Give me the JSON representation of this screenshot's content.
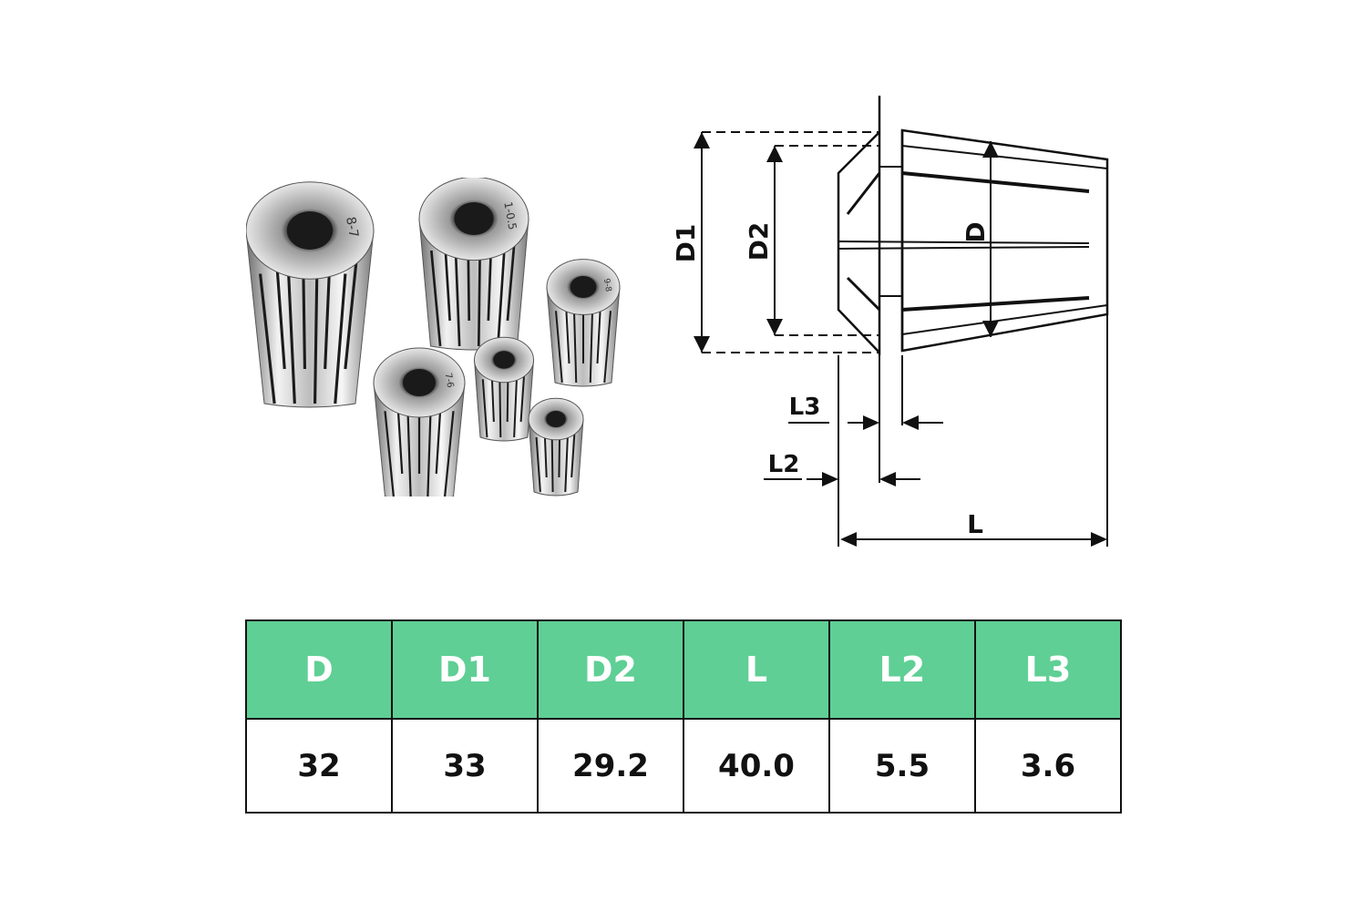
{
  "photo": {
    "alt": "ER collet set photo",
    "markings": [
      "8-7",
      "1-0.5",
      "9-8",
      "7-6"
    ]
  },
  "drawing": {
    "labels": {
      "d1": "D1",
      "d2": "D2",
      "d": "D",
      "l3": "L3",
      "l2": "L2",
      "l": "L"
    }
  },
  "table": {
    "headers": [
      "D",
      "D1",
      "D2",
      "L",
      "L2",
      "L3"
    ],
    "values": [
      "32",
      "33",
      "29.2",
      "40.0",
      "5.5",
      "3.6"
    ],
    "header_color": "#5fcf95"
  }
}
